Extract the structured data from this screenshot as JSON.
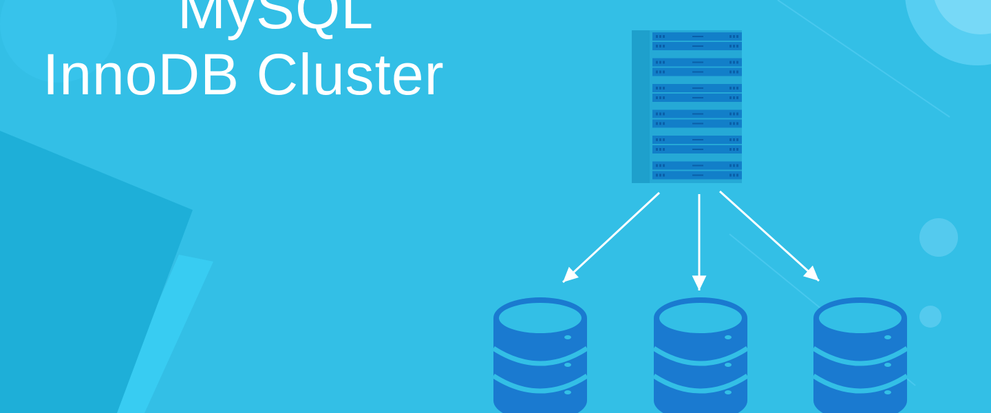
{
  "banner": {
    "title_line1": "MySQL",
    "title_line2": "InnoDB Cluster"
  },
  "diagram": {
    "source": "server-rack",
    "targets": [
      "database-1",
      "database-2",
      "database-3"
    ],
    "rack_units": 12
  },
  "colors": {
    "background": "#33bfe6",
    "panel_dark": "#1eafd8",
    "panel_light": "#38ccf2",
    "rack_body": "#25a9d6",
    "rack_unit": "#127fc9",
    "database": "#1a7ad0",
    "arrow": "#ffffff"
  }
}
